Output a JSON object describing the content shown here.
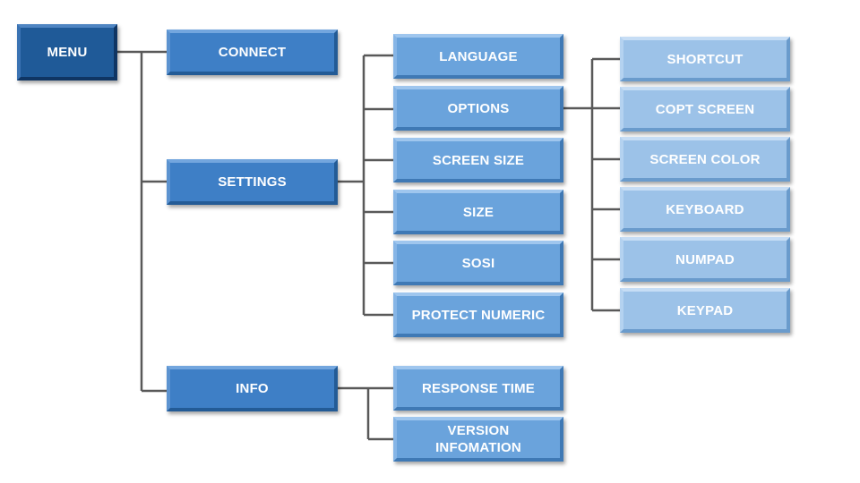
{
  "colors": {
    "level0": "#1f5a98",
    "level1": "#3e7fc6",
    "level2": "#6aa3dc",
    "level3": "#9cc2e8",
    "connector": "#595959"
  },
  "tree": {
    "root": "MENU",
    "connect": "CONNECT",
    "settings": {
      "label": "SETTINGS",
      "language": "LANGUAGE",
      "options": {
        "label": "OPTIONS",
        "shortcut": "SHORTCUT",
        "copy_screen": "COPT SCREEN",
        "screen_color": "SCREEN COLOR",
        "keyboard": "KEYBOARD",
        "numpad": "NUMPAD",
        "keypad": "KEYPAD"
      },
      "screen_size": "SCREEN SIZE",
      "size": "SIZE",
      "sosi": "SOSI",
      "protect_numeric": "PROTECT NUMERIC"
    },
    "info": {
      "label": "INFO",
      "response_time": "RESPONSE TIME",
      "version_line1": "VERSION",
      "version_line2": "INFOMATION"
    }
  }
}
